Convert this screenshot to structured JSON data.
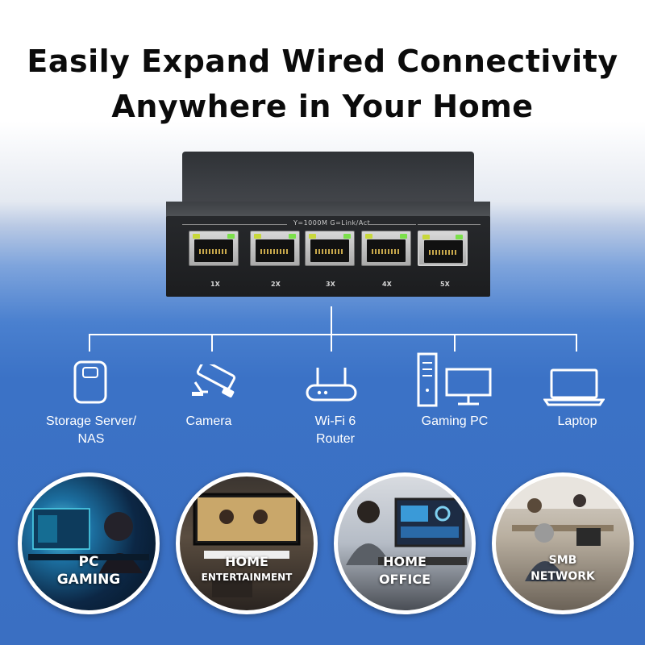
{
  "headline": {
    "line1": "Easily Expand Wired Connectivity",
    "line2": "Anywhere in Your Home"
  },
  "switch": {
    "legend": "Y=1000M   G=Link/Act",
    "ports": [
      "1X",
      "2X",
      "3X",
      "4X",
      "5X"
    ],
    "led_colors": {
      "yellow": "#c8d83a",
      "green": "#7be04a"
    }
  },
  "devices": [
    {
      "icon": "storage-nas-icon",
      "label_line1": "Storage Server/",
      "label_line2": "NAS"
    },
    {
      "icon": "camera-icon",
      "label_line1": "Camera",
      "label_line2": ""
    },
    {
      "icon": "router-icon",
      "label_line1": "Wi-Fi 6",
      "label_line2": "Router"
    },
    {
      "icon": "gaming-pc-icon",
      "label_line1": "Gaming PC",
      "label_line2": ""
    },
    {
      "icon": "laptop-icon",
      "label_line1": "Laptop",
      "label_line2": ""
    }
  ],
  "scenarios": [
    {
      "line1": "PC",
      "line2": "GAMING"
    },
    {
      "line1": "HOME",
      "line2": "ENTERTAINMENT"
    },
    {
      "line1": "HOME",
      "line2": "OFFICE"
    },
    {
      "line1": "SMB",
      "line2": "NETWORK"
    }
  ],
  "colors": {
    "background_blue": "#3a6fc2",
    "headline_text": "#0b0b0b",
    "line_color": "#ffffff"
  }
}
